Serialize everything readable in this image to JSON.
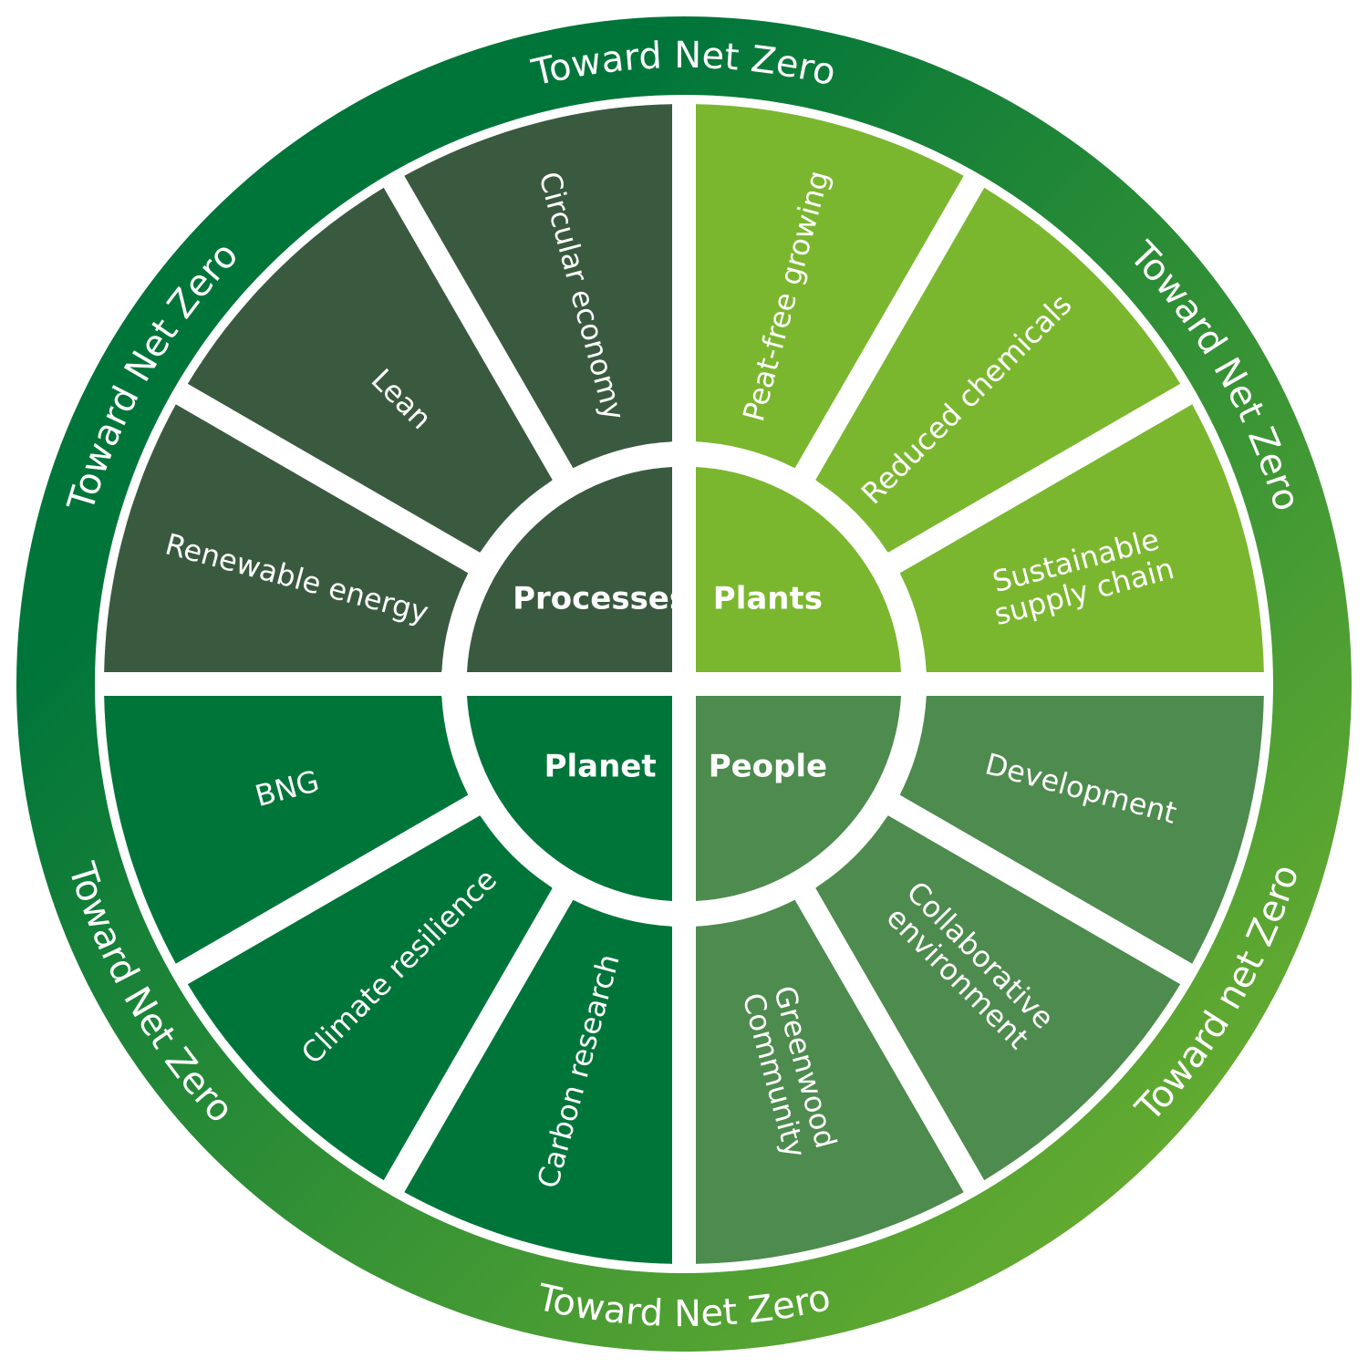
{
  "ring": {
    "labels": [
      "Toward Net Zero",
      "Toward Net Zero",
      "Toward Net Zero",
      "Toward net Zero",
      "Toward Net Zero",
      "Toward Net Zero"
    ],
    "color_dark": "#00753a",
    "color_light": "#7ab72e"
  },
  "quadrants": [
    {
      "key": "processes",
      "label": "Processes",
      "color": "#3a5a40",
      "segments": [
        {
          "label": "Circular economy"
        },
        {
          "label": "Lean"
        },
        {
          "label": "Renewable energy"
        }
      ]
    },
    {
      "key": "plants",
      "label": "Plants",
      "color": "#7ab72e",
      "segments": [
        {
          "label": "Peat-free growing"
        },
        {
          "label": "Reduced chemicals"
        },
        {
          "label": "Sustainable supply chain"
        }
      ]
    },
    {
      "key": "planet",
      "label": "Planet",
      "color": "#00753a",
      "segments": [
        {
          "label": "BNG"
        },
        {
          "label": "Climate resilience"
        },
        {
          "label": "Carbon research"
        }
      ]
    },
    {
      "key": "people",
      "label": "People",
      "color": "#4e8b4e",
      "segments": [
        {
          "label": "Development"
        },
        {
          "label": "Collaborative environment"
        },
        {
          "label": "Greenwood Community"
        }
      ]
    }
  ]
}
